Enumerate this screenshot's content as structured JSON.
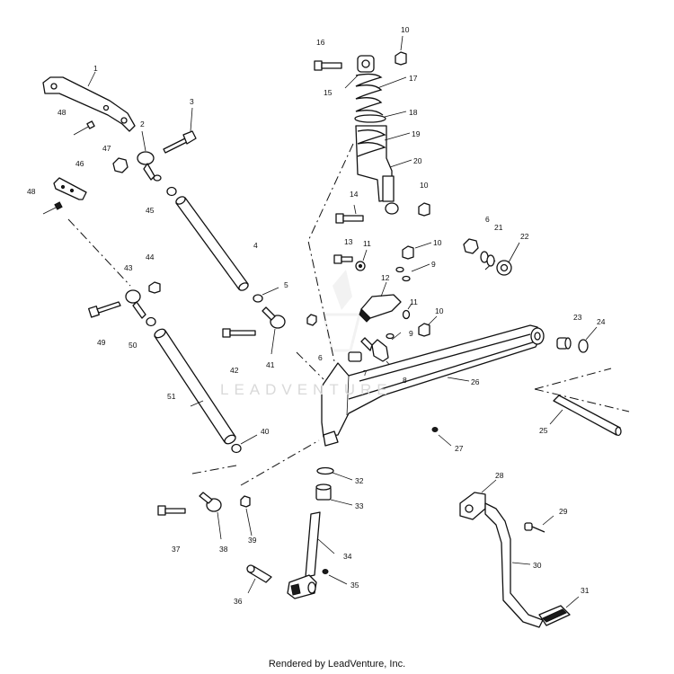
{
  "watermark": "LEADVENTURE",
  "footer": "Rendered by LeadVenture, Inc.",
  "callouts": {
    "n1": "1",
    "n2": "2",
    "n3": "3",
    "n4": "4",
    "n5": "5",
    "n6": "6",
    "n6b": "6",
    "n7": "7",
    "n8": "8",
    "n9": "9",
    "n9b": "9",
    "n10": "10",
    "n10b": "10",
    "n10c": "10",
    "n10d": "10",
    "n11": "11",
    "n11b": "11",
    "n12": "12",
    "n13": "13",
    "n14": "14",
    "n15": "15",
    "n16": "16",
    "n17": "17",
    "n18": "18",
    "n19": "19",
    "n20": "20",
    "n21": "21",
    "n22": "22",
    "n23": "23",
    "n24": "24",
    "n25": "25",
    "n26": "26",
    "n27": "27",
    "n28": "28",
    "n29": "29",
    "n30": "30",
    "n31": "31",
    "n32": "32",
    "n33": "33",
    "n34": "34",
    "n35": "35",
    "n36": "36",
    "n37": "37",
    "n38": "38",
    "n39": "39",
    "n40": "40",
    "n41": "41",
    "n42": "42",
    "n43": "43",
    "n44": "44",
    "n45": "45",
    "n46": "46",
    "n47": "47",
    "n48": "48",
    "n48b": "48",
    "n49": "49",
    "n50": "50",
    "n51": "51"
  }
}
